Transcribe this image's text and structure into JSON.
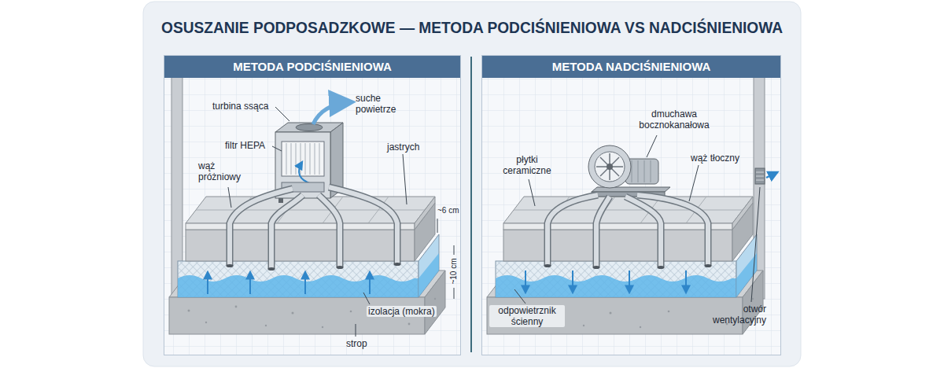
{
  "diagram": {
    "title": "OSUSZANIE PODPOSADZKOWE — METODA PODCIŚNIENIOWA VS NADCIŚNIENIOWA",
    "nodes": [
      {
        "text": [
          "METODA PODCIŚNIENIOWA"
        ]
      },
      {
        "text": [
          "METODA NADCIŚNIENIOWA"
        ]
      }
    ],
    "labels": [
      "turbina ssąca",
      "suche powietrze",
      "filtr HEPA",
      "wąż próżniowy",
      "jastrych",
      "~6 cm",
      "~10 cm",
      "izolacja (mokra)",
      "strop",
      "dmuchawa bocznokanałowa",
      "płytki ceramiczne",
      "wąż tłoczny",
      "odpowietrznik ścienny",
      "otwór wentylacyjny"
    ]
  }
}
